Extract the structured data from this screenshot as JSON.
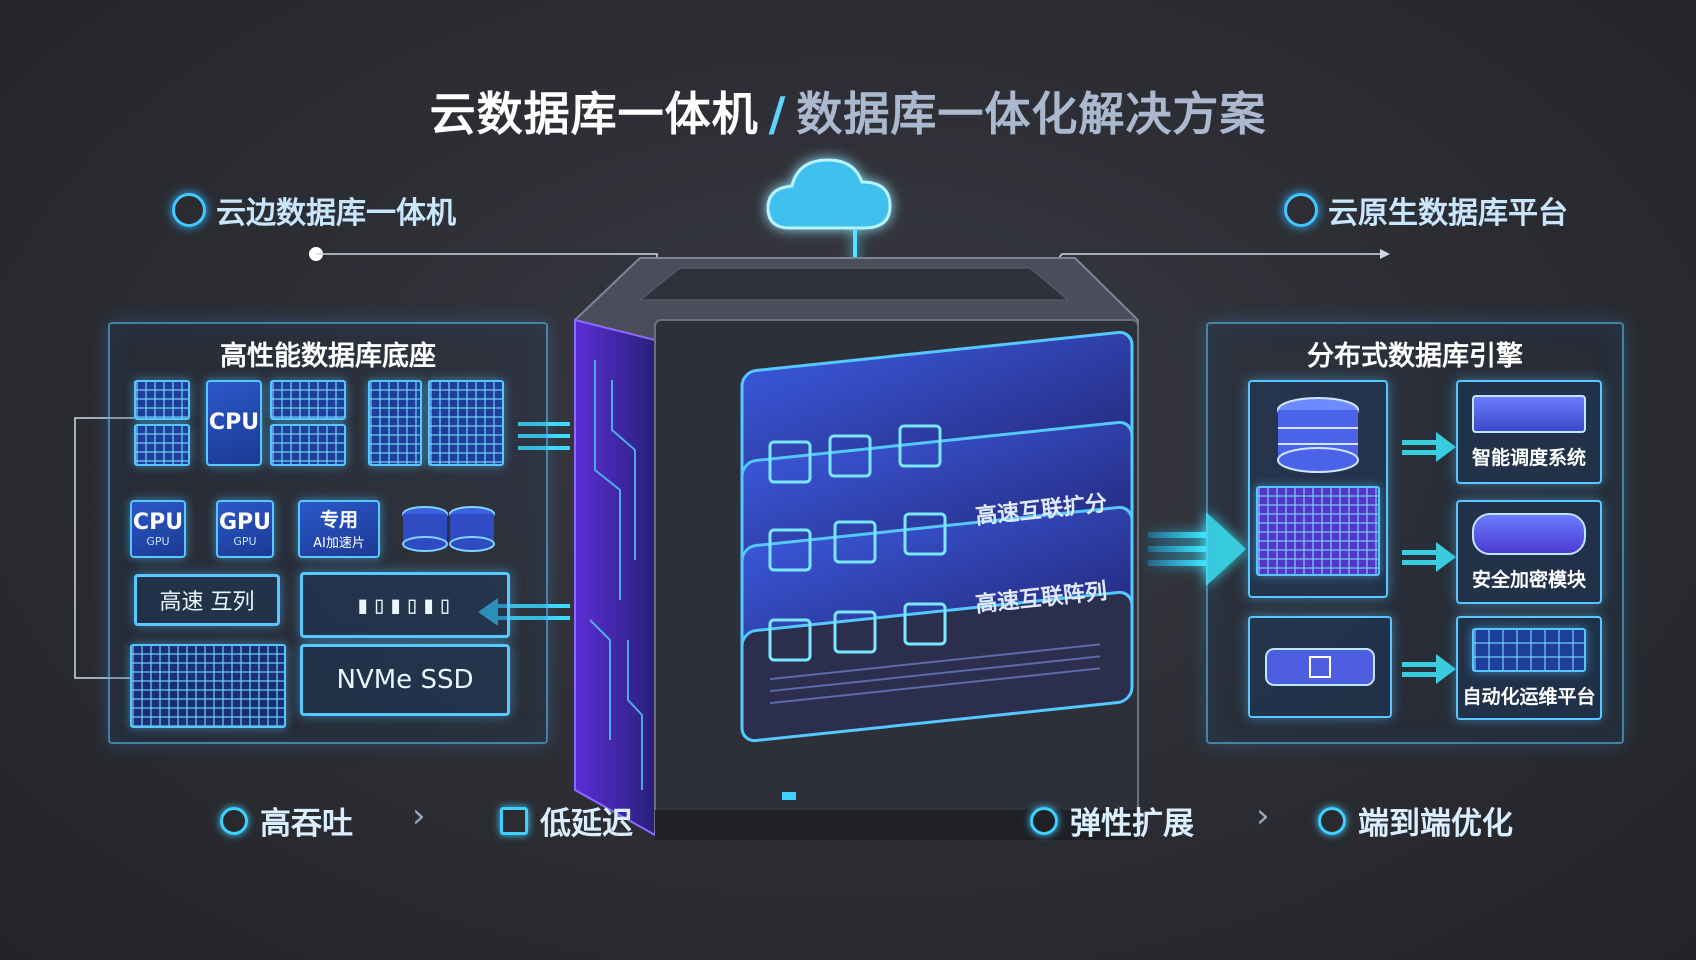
{
  "title": {
    "main": "云数据库一体机",
    "separator": "/",
    "subtitle": "数据库一体化解决方案"
  },
  "header_left": "云边数据库一体机",
  "header_right": "云原生数据库平台",
  "left_panel": {
    "title": "高性能数据库底座",
    "chips": {
      "cpu_main": "CPU",
      "cpu": "CPU",
      "cpu_sub": "GPU",
      "gpu": "GPU",
      "gpu_sub": "GPU",
      "ai": "专用",
      "ai_sub": "AI加速片",
      "interconnect": "高速 互列",
      "ssd": "NVMe SSD"
    }
  },
  "center": {
    "tray_label_1": "高速互联扩分",
    "tray_label_2": "高速互联阵列"
  },
  "right_panel": {
    "title": "分布式数据库引擎",
    "modules": [
      "智能调度系统",
      "安全加密模块",
      "自动化运维平台"
    ]
  },
  "features": [
    "高吞吐",
    "低延迟",
    "弹性扩展",
    "端到端优化"
  ],
  "colors": {
    "accent": "#42c8ff",
    "purple": "#7b4dff",
    "background": "#2c2d33"
  }
}
